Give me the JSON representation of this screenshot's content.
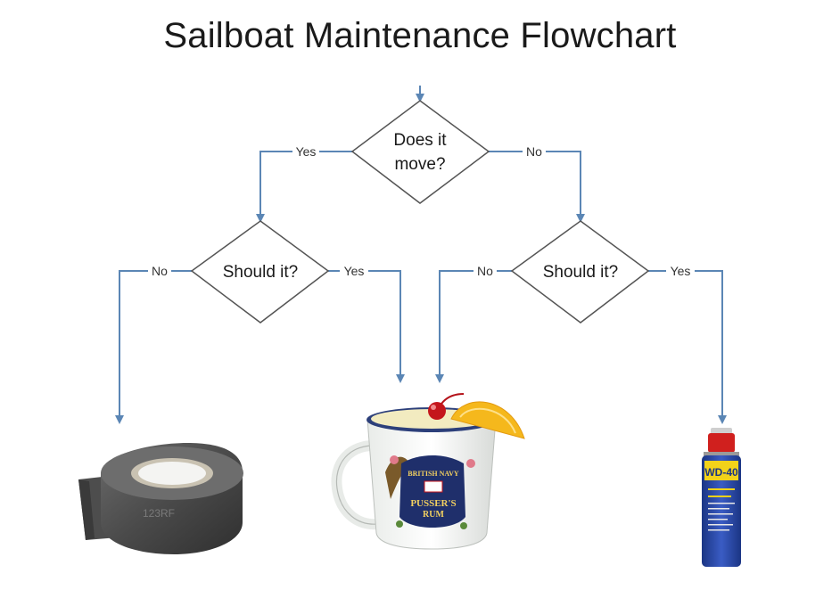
{
  "title": "Sailboat Maintenance Flowchart",
  "nodes": {
    "root": {
      "line1": "Does it",
      "line2": "move?"
    },
    "left": {
      "label": "Should it?"
    },
    "right": {
      "label": "Should it?"
    }
  },
  "edges": {
    "root_yes": "Yes",
    "root_no": "No",
    "left_no": "No",
    "left_yes": "Yes",
    "right_no": "No",
    "right_yes": "Yes"
  },
  "items": {
    "tape_watermark": "123RF",
    "mug_label_top": "BRITISH NAVY",
    "mug_label_main": "PUSSER'S",
    "mug_label_sub": "RUM",
    "can_label": "WD-40"
  },
  "colors": {
    "arrow": "#5b86b5",
    "diamond_stroke": "#555555",
    "tape": "#5a5a5a",
    "can_blue": "#2a4aa8",
    "can_cap": "#d0201e",
    "can_yellow": "#f2d21a",
    "orange": "#f5b81c",
    "cherry": "#c4161c",
    "mug_navy": "#1f2f6b"
  }
}
